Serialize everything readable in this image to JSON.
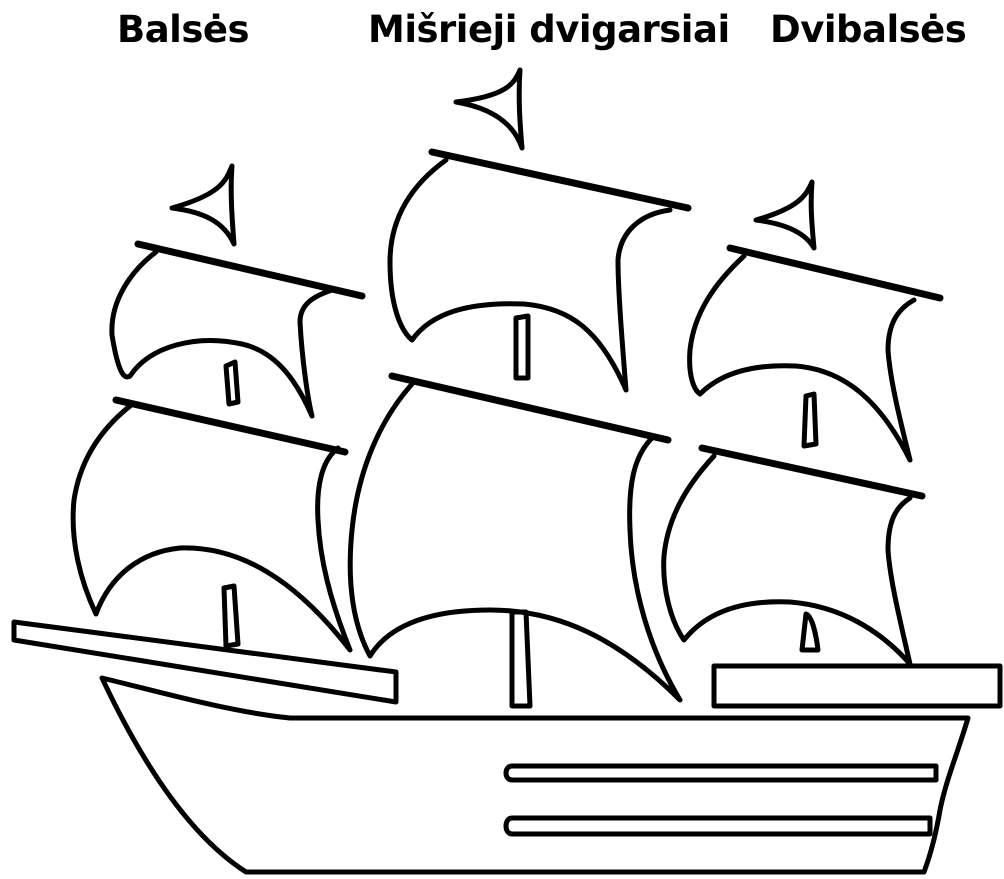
{
  "labels": {
    "left": "Balsės",
    "middle": "Mišrieji dvigarsiai",
    "right": "Dvibalsės"
  }
}
